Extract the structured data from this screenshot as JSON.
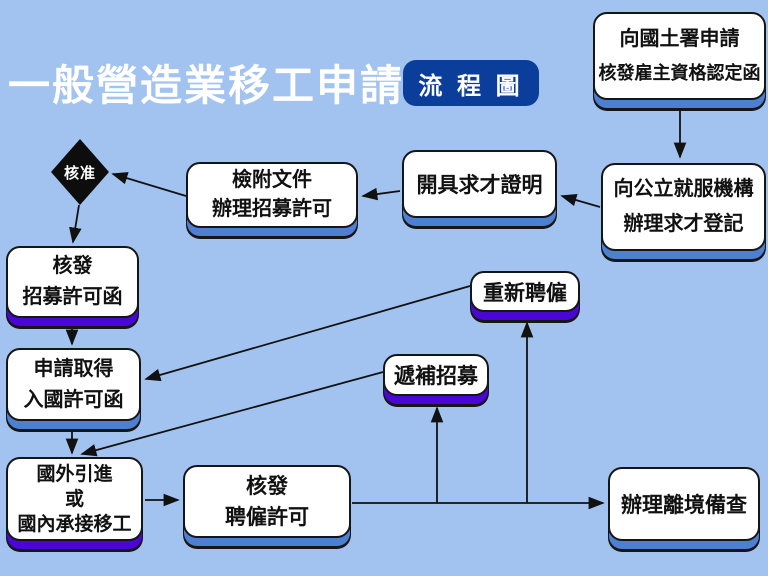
{
  "title": "一般營造業移工申請",
  "badge": "流 程 圖",
  "colors": {
    "background": "#a2c3ef",
    "badge_blue": "#0b3e9b",
    "shadow_blue": "#4d80d0",
    "shadow_purple": "#4a06d4",
    "box_fill": "#ffffff",
    "outline": "#161616",
    "diamond_fill": "#0d0d0d"
  },
  "nodes": {
    "apply_land_agency": {
      "lines": [
        "向國土署申請",
        "核發雇主資格認定函"
      ]
    },
    "job_registration": {
      "lines": [
        "向公立就服機構",
        "辦理求才登記"
      ]
    },
    "recruitment_cert": {
      "lines": [
        "開具求才證明"
      ]
    },
    "attach_documents": {
      "lines": [
        "檢附文件",
        "辦理招募許可"
      ]
    },
    "approval": {
      "label": "核准"
    },
    "issue_recruitment_letter": {
      "lines": [
        "核發",
        "招募許可函"
      ]
    },
    "entry_permit": {
      "lines": [
        "申請取得",
        "入國許可函"
      ]
    },
    "import_workers": {
      "lines": [
        "國外引進",
        "或",
        "國內承接移工"
      ]
    },
    "issue_employment_permit": {
      "lines": [
        "核發",
        "聘僱許可"
      ]
    },
    "replacement_recruitment": {
      "lines": [
        "遞補招募"
      ]
    },
    "rehire": {
      "lines": [
        "重新聘僱"
      ]
    },
    "departure_registration": {
      "lines": [
        "辦理離境備查"
      ]
    }
  }
}
